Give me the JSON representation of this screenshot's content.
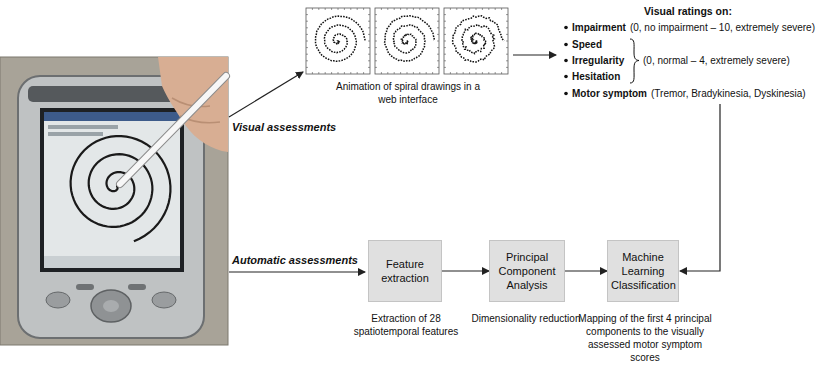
{
  "diagram": {
    "nodes": [
      {
        "text": [
          "Feature extraction"
        ]
      },
      {
        "text": [
          "Principal Component Analysis"
        ]
      },
      {
        "text": [
          "Machine Learning Classification"
        ]
      }
    ],
    "edges": [
      {
        "from": 0,
        "to": 1,
        "arrow": "to"
      },
      {
        "from": 1,
        "to": 2,
        "arrow": "to"
      }
    ],
    "labels": [
      "Visual assessments",
      "Automatic assessments",
      "Animation of spiral drawings in a web interface",
      "Visual ratings on:",
      "Impairment",
      "(0, no impairment – 10, extremely severe)",
      "Speed",
      "Irregularity",
      "Hesitation",
      "(0, normal – 4, extremely severe)",
      "Motor symptom",
      "(Tremor, Bradykinesia, Dyskinesia)",
      "Extraction of 28 spatiotemporal features",
      "Dimensionality reduction",
      "Mapping of the first 4 principal components to the visually assessed motor symptom scores"
    ]
  }
}
